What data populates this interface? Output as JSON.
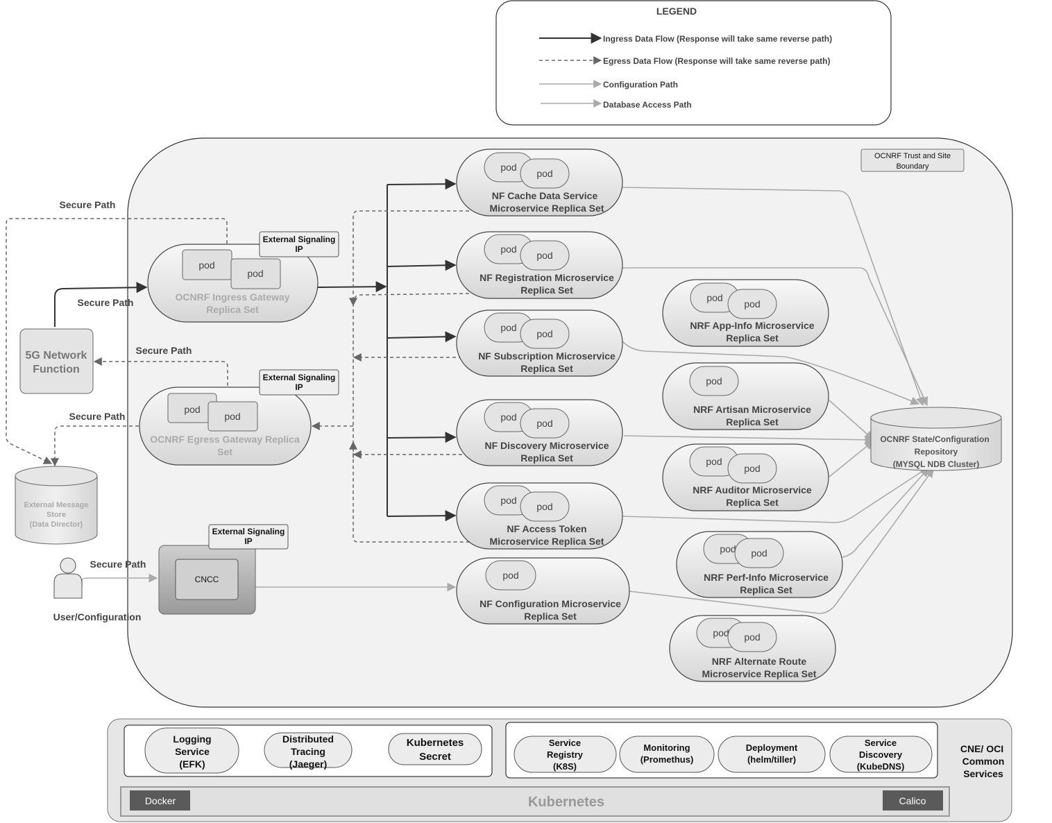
{
  "legend": {
    "title": "LEGEND",
    "ingress": "Ingress Data Flow (Response will take same reverse path)",
    "egress": "Egress Data Flow (Response will take same reverse path)",
    "config": "Configuration Path",
    "database": "Database Access Path"
  },
  "trust_boundary": {
    "line1": "OCNRF Trust and Site",
    "line2": "Boundary"
  },
  "pod_label": "pod",
  "secure_path": "Secure Path",
  "external_signaling": {
    "line1": "External Signaling",
    "line2": "IP"
  },
  "ingress_gateway": {
    "line1": "OCNRF Ingress Gateway",
    "line2": "Replica Set"
  },
  "egress_gateway": {
    "line1": "OCNRF Egress Gateway Replica",
    "line2": "Set"
  },
  "network_function": {
    "line1": "5G Network",
    "line2": "Function"
  },
  "message_store": {
    "line1": "External Message",
    "line2": "Store",
    "line3": "(Data Director)"
  },
  "user": {
    "label": "User/Configuration"
  },
  "cncc": "CNCC",
  "services": {
    "cache": {
      "line1": "NF Cache Data Service",
      "line2": "Microservice Replica Set"
    },
    "registration": {
      "line1": "NF Registration Microservice",
      "line2": "Replica Set"
    },
    "subscription": {
      "line1": "NF Subscription Microservice",
      "line2": "Replica Set"
    },
    "discovery": {
      "line1": "NF Discovery Microservice",
      "line2": "Replica Set"
    },
    "access_token": {
      "line1": "NF Access Token",
      "line2": "Microservice Replica Set"
    },
    "configuration": {
      "line1": "NF Configuration Microservice",
      "line2": "Replica Set"
    },
    "app_info": {
      "line1": "NRF App-Info Microservice",
      "line2": "Replica Set"
    },
    "artisan": {
      "line1": "NRF Artisan Microservice",
      "line2": "Replica Set"
    },
    "auditor": {
      "line1": "NRF Auditor Microservice",
      "line2": "Replica Set"
    },
    "perf_info": {
      "line1": "NRF Perf-Info Microservice",
      "line2": "Replica Set"
    },
    "alt_route": {
      "line1": "NRF Alternate Route",
      "line2": "Microservice Replica Set"
    }
  },
  "repository": {
    "line1": "OCNRF State/Configuration",
    "line2": "Repository",
    "line3": "(MYSQL NDB Cluster)"
  },
  "common_services": {
    "title_line1": "CNE/ OCI",
    "title_line2": "Common",
    "title_line3": "Services",
    "logging": {
      "line1": "Logging",
      "line2": "Service",
      "line3": "(EFK)"
    },
    "tracing": {
      "line1": "Distributed",
      "line2": "Tracing",
      "line3": "(Jaeger)"
    },
    "secret": {
      "line1": "Kubernetes",
      "line2": "Secret"
    },
    "registry": {
      "line1": "Service",
      "line2": "Registry",
      "line3": "(K8S)"
    },
    "monitoring": {
      "line1": "Monitoring",
      "line2": "(Promethus)"
    },
    "deployment": {
      "line1": "Deployment",
      "line2": "(helm/tiller)"
    },
    "discovery": {
      "line1": "Service",
      "line2": "Discovery",
      "line3": "(KubeDNS)"
    }
  },
  "kubernetes": "Kubernetes",
  "docker": "Docker",
  "calico": "Calico"
}
